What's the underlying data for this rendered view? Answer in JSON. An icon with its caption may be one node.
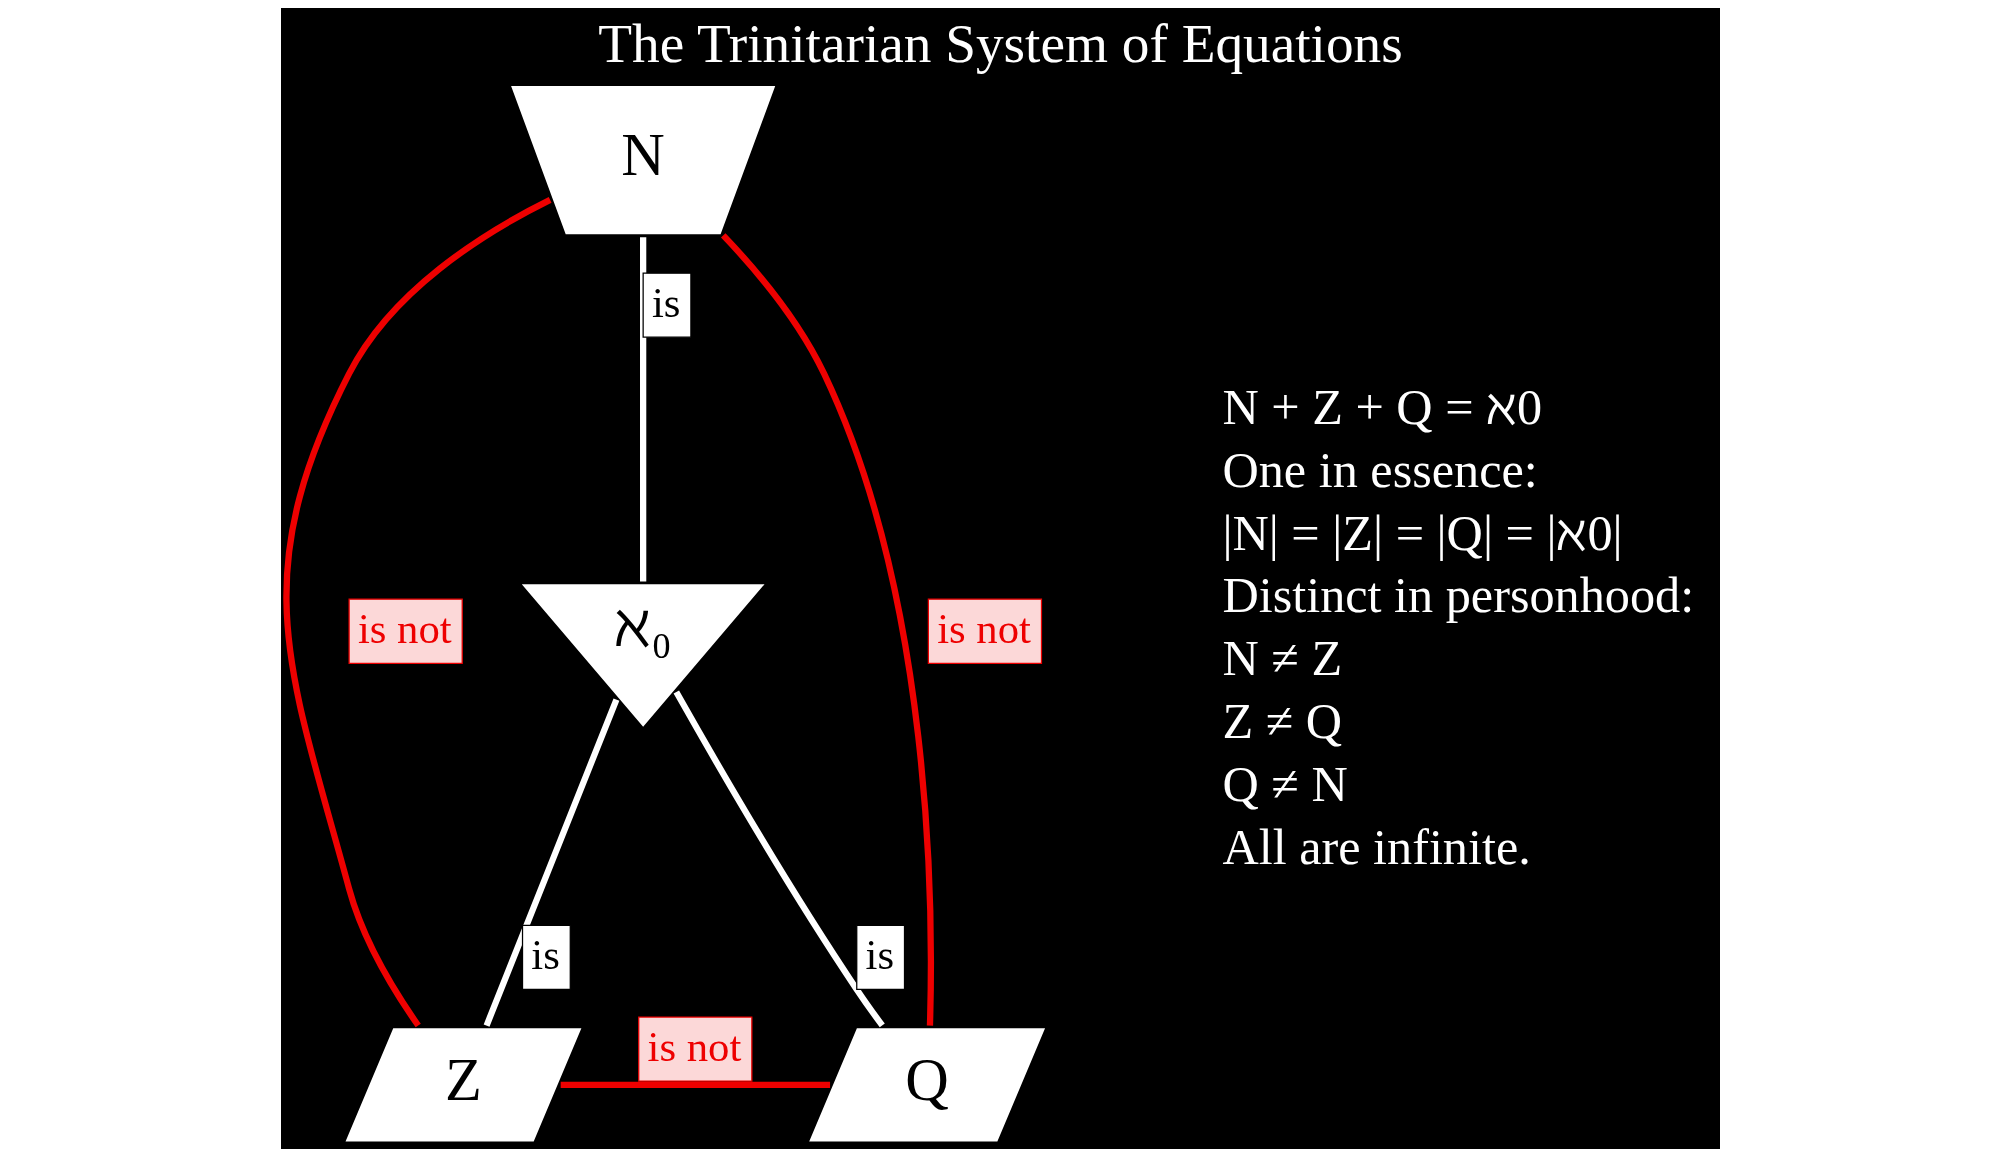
{
  "diagram": {
    "title": "The Trinitarian System of Equations",
    "nodes": [
      {
        "text": [
          "N"
        ]
      },
      {
        "text": [
          "ℵ₀"
        ]
      },
      {
        "text": [
          "Z"
        ]
      },
      {
        "text": [
          "Q"
        ]
      }
    ],
    "edges": [
      {
        "from": 0,
        "to": 1,
        "arrow": "none",
        "label": "is"
      },
      {
        "from": 1,
        "to": 2,
        "arrow": "none",
        "label": "is"
      },
      {
        "from": 1,
        "to": 3,
        "arrow": "none",
        "label": "is"
      },
      {
        "from": 0,
        "to": 2,
        "arrow": "none",
        "label": "is not",
        "color": "#ee0000"
      },
      {
        "from": 0,
        "to": 3,
        "arrow": "none",
        "label": "is not",
        "color": "#ee0000"
      },
      {
        "from": 2,
        "to": 3,
        "arrow": "none",
        "label": "is not",
        "color": "#ee0000"
      }
    ],
    "labels": [
      "N + Z + Q = ℵ0",
      "One in essence:",
      "|N| = |Z| = |Q| = |ℵ0|",
      "Distinct in personhood:",
      "N ≠ Z",
      "Z ≠ Q",
      "Q ≠ N",
      "All are infinite."
    ]
  }
}
